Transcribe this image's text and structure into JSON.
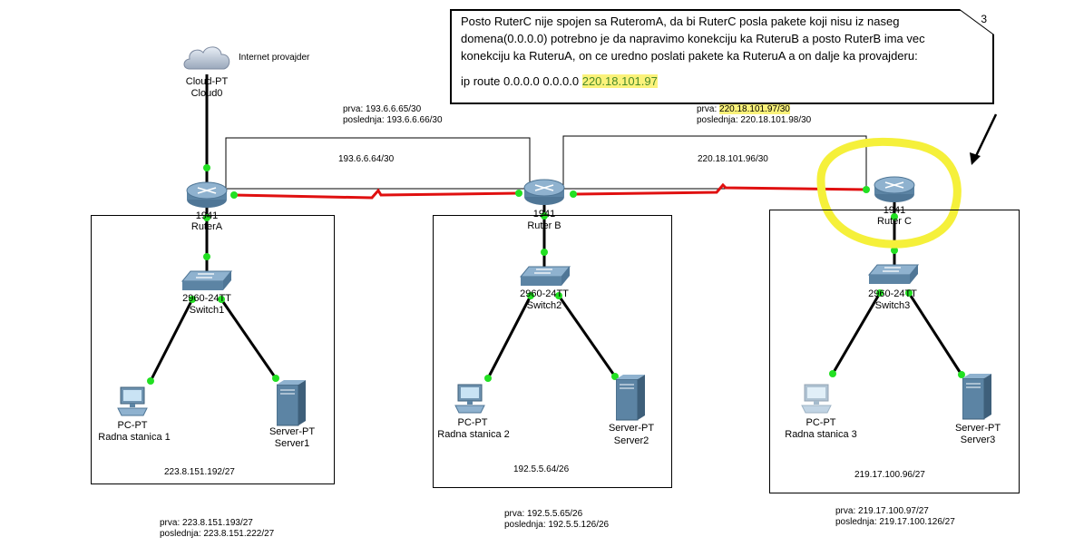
{
  "cloud": {
    "type": "Cloud-PT",
    "name": "Cloud0",
    "label": "Internet provajder"
  },
  "routers": {
    "a": {
      "model": "1941",
      "name": "RuterA"
    },
    "b": {
      "model": "1941",
      "name": "Ruter B"
    },
    "c": {
      "model": "1941",
      "name": "Ruter C"
    }
  },
  "switches": {
    "s1": {
      "model": "2960-24TT",
      "name": "Switch1"
    },
    "s2": {
      "model": "2960-24TT",
      "name": "Switch2"
    },
    "s3": {
      "model": "2960-24TT",
      "name": "Switch3"
    }
  },
  "pcs": {
    "p1": {
      "type": "PC-PT",
      "name": "Radna stanica 1"
    },
    "p2": {
      "type": "PC-PT",
      "name": "Radna stanica 2"
    },
    "p3": {
      "type": "PC-PT",
      "name": "Radna stanica 3"
    }
  },
  "servers": {
    "v1": {
      "type": "Server-PT",
      "name": "Server1"
    },
    "v2": {
      "type": "Server-PT",
      "name": "Server2"
    },
    "v3": {
      "type": "Server-PT",
      "name": "Server3"
    }
  },
  "wan": {
    "ab": {
      "network": "193.6.6.64/30",
      "prva": "prva: 193.6.6.65/30",
      "poslednja": "poslednja: 193.6.6.66/30"
    },
    "bc": {
      "network": "220.18.101.96/30",
      "prva_prefix": "prva: ",
      "prva_ip": "220.18.101.97/30",
      "poslednja": "poslednja: 220.18.101.98/30"
    }
  },
  "lan": {
    "l1": {
      "network": "223.8.151.192/27",
      "prva": "prva: 223.8.151.193/27",
      "poslednja": "poslednja: 223.8.151.222/27"
    },
    "l2": {
      "network": "192.5.5.64/26",
      "prva": "prva: 192.5.5.65/26",
      "poslednja": "poslednja: 192.5.5.126/26"
    },
    "l3": {
      "network": "219.17.100.96/27",
      "prva": "prva: 219.17.100.97/27",
      "poslednja": "poslednja: 219.17.100.126/27"
    }
  },
  "note": {
    "number": "3",
    "text": "Posto RuterC nije spojen sa RuteromA, da bi RuterC posla pakete koji nisu iz naseg domena(0.0.0.0) potrebno je da napravimo konekciju ka RuteruB a posto RuterB ima vec konekciju ka RuteruA, on ce uredno poslati pakete ka RuteruA a on dalje ka provajderu:",
    "command_prefix": "ip route 0.0.0.0 0.0.0.0 ",
    "command_ip": "220.18.101.97"
  },
  "colors": {
    "link_serial": "#e01010",
    "link_port": "#00e000",
    "highlight": "#fbf27a",
    "annotation_circle": "#f5f03a"
  }
}
